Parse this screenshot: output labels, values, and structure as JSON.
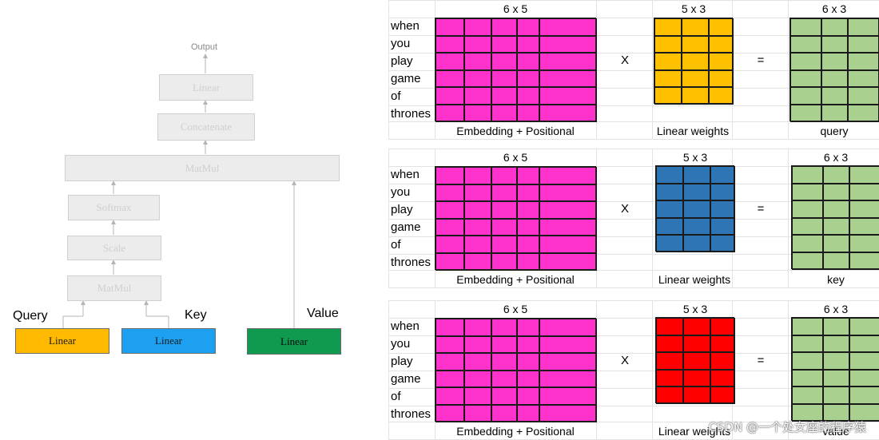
{
  "attention": {
    "output_label": "Output",
    "blocks": {
      "linear": "Linear",
      "concatenate": "Concatenate",
      "matmul_top": "MatMul",
      "softmax": "Softmax",
      "scale": "Scale",
      "matmul_bottom": "MatMul"
    },
    "inputs": [
      {
        "label": "Query",
        "box": "Linear",
        "color": "#ffb900"
      },
      {
        "label": "Key",
        "box": "Linear",
        "color": "#1ea0f0"
      },
      {
        "label": "Value",
        "box": "Linear",
        "color": "#0f9a50"
      }
    ]
  },
  "panels": [
    {
      "words": [
        "when",
        "you",
        "play",
        "game",
        "of",
        "thrones"
      ],
      "input_dim": "6 x 5",
      "input_caption": "Embedding + Positional",
      "operator": "X",
      "weight_dim": "5 x 3",
      "weight_caption": "Linear weights",
      "weight_color": "#ffc000",
      "equals": "=",
      "result_dim": "6 x 3",
      "result_caption": "query"
    },
    {
      "words": [
        "when",
        "you",
        "play",
        "game",
        "of",
        "thrones"
      ],
      "input_dim": "6 x 5",
      "input_caption": "Embedding + Positional",
      "operator": "X",
      "weight_dim": "5 x 3",
      "weight_caption": "Linear weights",
      "weight_color": "#2e75b6",
      "equals": "=",
      "result_dim": "6 x 3",
      "result_caption": "key"
    },
    {
      "words": [
        "when",
        "you",
        "play",
        "game",
        "of",
        "thrones"
      ],
      "input_dim": "6 x 5",
      "input_caption": "Embedding + Positional",
      "operator": "X",
      "weight_dim": "5 x 3",
      "weight_caption": "Linear weights",
      "weight_color": "#ff0000",
      "equals": "=",
      "result_dim": "6 x 3",
      "result_caption": "value"
    }
  ],
  "colors": {
    "embedding": "#ff33cc",
    "result": "#a9d08e"
  },
  "watermark": "CSDN @一个处女座的程序猿"
}
